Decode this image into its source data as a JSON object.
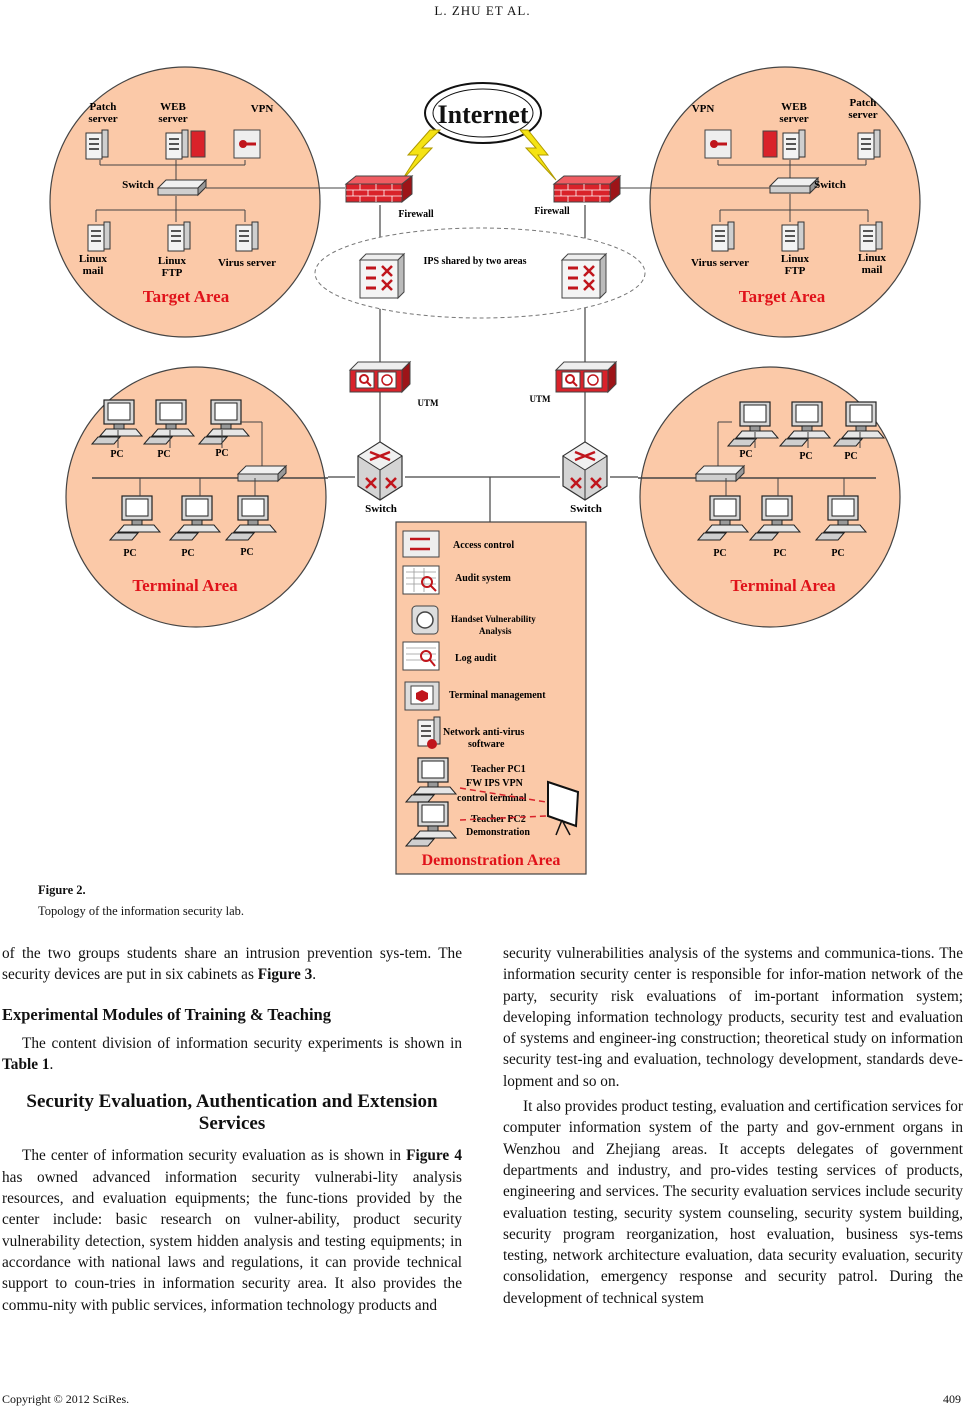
{
  "header": {
    "authors": "L. ZHU    ET    AL."
  },
  "figure": {
    "internet": "Internet",
    "left_target": {
      "patch": [
        "Patch",
        "server"
      ],
      "web": [
        "WEB",
        "server"
      ],
      "vpn": "VPN",
      "switch": "Switch",
      "linux_mail": [
        "Linux",
        "mail"
      ],
      "linux_ftp": [
        "Linux",
        "FTP"
      ],
      "virus": "Virus server",
      "title": "Target Area"
    },
    "right_target": {
      "patch": [
        "Patch",
        "server"
      ],
      "web": [
        "WEB",
        "server"
      ],
      "vpn": "VPN",
      "switch": "Switch",
      "linux_mail": [
        "Linux",
        "mail"
      ],
      "linux_ftp": [
        "Linux",
        "FTP"
      ],
      "virus": "Virus server",
      "title": "Target Area"
    },
    "firewall_left": "Firewall",
    "firewall_right": "Firewall",
    "ips_label": "IPS shared by two areas",
    "utm_left": "UTM",
    "utm_right": "UTM",
    "switch_left": "Switch",
    "switch_right": "Switch",
    "pc": "PC",
    "terminal_title": "Terminal Area",
    "demo": {
      "access": "Access control",
      "audit": "Audit system",
      "handset": [
        "Handset Vulnerability",
        "Analysis"
      ],
      "log": "Log audit",
      "terminal": "Terminal management",
      "antivirus": [
        "Network anti-virus",
        "software"
      ],
      "teacher1": [
        "Teacher PC1",
        "FW    IPS    VPN",
        "control terminal"
      ],
      "teacher2": [
        "Teacher PC2",
        "Demonstration"
      ],
      "title": "Demonstration Area"
    },
    "colors": {
      "area_fill": "#fbc9a8",
      "title_red": "#e0121a",
      "firewall_red": "#d9222a"
    }
  },
  "caption": {
    "label": "Figure 2.",
    "text": "Topology of the information security lab."
  },
  "left_column": {
    "p1": "of the two groups students share an intrusion prevention sys-tem. The security devices are put in six cabinets as ",
    "p1_ref": "Figure 3",
    "p1_end": ".",
    "h_modules": "Experimental Modules of Training & Teaching",
    "p2": "The content division of information security experiments is shown in ",
    "p2_ref": "Table 1",
    "p2_end": ".",
    "h_section": "Security Evaluation, Authentication and Extension Services",
    "p3_pre": "The center of information security evaluation as is shown in ",
    "p3_ref": "Figure 4",
    "p3": " has owned advanced information security vulnerabi-lity analysis resources, and evaluation equipments; the func-tions provided by the center include: basic research on vulner-ability, product security vulnerability detection, system hidden analysis and testing equipments; in accordance with national laws and regulations, it can provide technical support to coun-tries in information security area. It also provides the commu-nity with public services, information technology products and"
  },
  "right_column": {
    "p1": "security vulnerabilities analysis of the systems and communica-tions. The information security center is responsible for infor-mation network of the party, security risk evaluations of im-portant information system; developing information technology products, security test and evaluation of systems and engineer-ing construction; theoretical study on information security test-ing and evaluation, technology development, standards deve-lopment and so on.",
    "p2": "It also provides product testing, evaluation and certification services for computer information system of the party and gov-ernment organs in Wenzhou and Zhejiang areas. It accepts delegates of government departments and industry, and pro-vides testing services of products, engineering and services. The security evaluation services include security evaluation testing, security system counseling, security system building, security program reorganization, host evaluation, business sys-tems testing, network architecture evaluation, data security evaluation, security consolidation, emergency response and security patrol. During the development of technical system"
  },
  "footer": {
    "copyright": "Copyright © 2012 SciRes.",
    "page": "409"
  }
}
